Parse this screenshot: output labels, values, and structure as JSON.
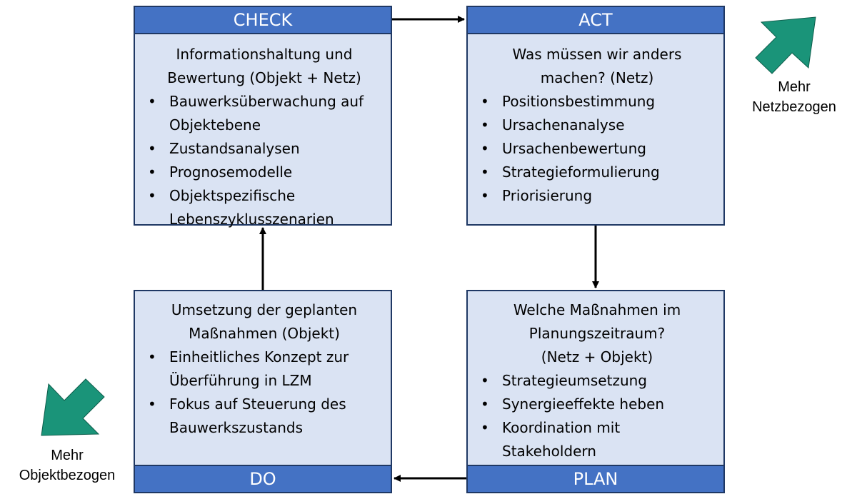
{
  "check": {
    "title": "CHECK",
    "intro": [
      "Informationshaltung und",
      "Bewertung (Objekt + Netz)"
    ],
    "bullets": [
      [
        "Bauwerksüberwachung auf",
        "Objektebene"
      ],
      [
        "Zustandsanalysen"
      ],
      [
        "Prognosemodelle"
      ],
      [
        "Objektspezifische",
        "Lebenszyklusszenarien"
      ]
    ]
  },
  "act": {
    "title": "ACT",
    "intro": [
      "Was müssen wir anders",
      "machen? (Netz)"
    ],
    "bullets": [
      [
        "Positionsbestimmung"
      ],
      [
        "Ursachenanalyse"
      ],
      [
        "Ursachenbewertung"
      ],
      [
        "Strategieformulierung"
      ],
      [
        "Priorisierung"
      ]
    ]
  },
  "do": {
    "title": "DO",
    "intro": [
      "Umsetzung der geplanten",
      "Maßnahmen (Objekt)"
    ],
    "bullets": [
      [
        "Einheitliches Konzept zur",
        "Überführung in LZM"
      ],
      [
        "Fokus auf Steuerung des",
        "Bauwerkszustands"
      ]
    ]
  },
  "plan": {
    "title": "PLAN",
    "intro": [
      "Welche Maßnahmen im",
      "Planungszeitraum?",
      "(Netz + Objekt)"
    ],
    "bullets": [
      [
        "Strategieumsetzung"
      ],
      [
        "Synergieeffekte heben"
      ],
      [
        "Koordination mit",
        "Stakeholdern"
      ]
    ]
  },
  "bullet_char": "•",
  "labels": {
    "net": [
      "Mehr",
      "Netzbezogen"
    ],
    "obj": [
      "Mehr",
      "Objektbezogen"
    ]
  },
  "colors": {
    "header": "#4472c4",
    "box_fill": "#dae3f3",
    "border": "#1f3864",
    "green_arrow": "#1a9479"
  }
}
